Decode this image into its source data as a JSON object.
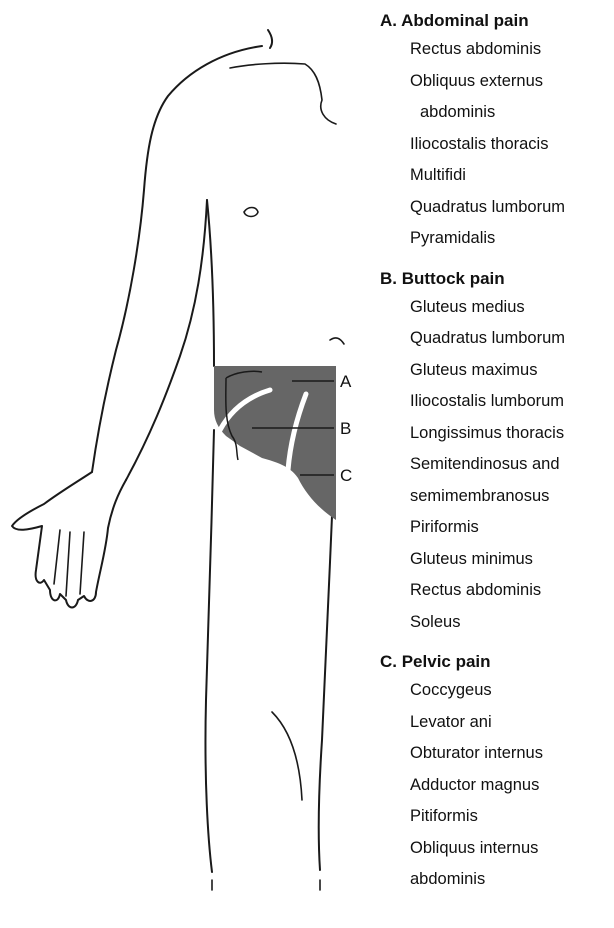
{
  "figure": {
    "callouts": [
      "A",
      "B",
      "C"
    ],
    "shade_color": "#666666",
    "line_color": "#1a1a1a"
  },
  "legend": {
    "sections": [
      {
        "title": "A. Abdominal pain",
        "items": [
          "Rectus abdominis",
          "Obliquus externus",
          "abdominis",
          "Iliocostalis thoracis",
          "Multifidi",
          "Quadratus lumborum",
          "Pyramidalis"
        ]
      },
      {
        "title": "B. Buttock pain",
        "items": [
          "Gluteus medius",
          "Quadratus lumborum",
          "Gluteus maximus",
          "Iliocostalis lumborum",
          "Longissimus thoracis",
          "Semitendinosus and",
          "semimembranosus",
          "Piriformis",
          "Gluteus minimus",
          "Rectus abdominis",
          "Soleus"
        ]
      },
      {
        "title": "C. Pelvic pain",
        "items": [
          "Coccygeus",
          "Levator ani",
          "Obturator internus",
          "Adductor magnus",
          "Pitiformis",
          "Obliquus internus",
          "abdominis"
        ]
      }
    ]
  }
}
